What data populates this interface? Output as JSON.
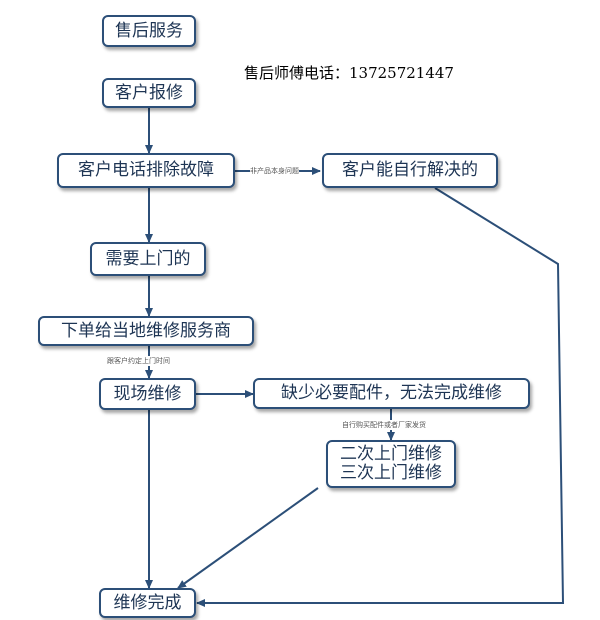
{
  "header": {
    "phone_text": "售后师傅电话：13725721447"
  },
  "nodes": {
    "after_sales_service": "售后服务",
    "customer_report": "客户报修",
    "phone_troubleshoot": "客户电话排除故障",
    "customer_self_solve": "客户能自行解决的",
    "needs_onsite": "需要上门的",
    "order_local_provider": "下单给当地维修服务商",
    "onsite_repair": "现场维修",
    "missing_parts": "缺少必要配件，无法完成维修",
    "second_visit": "二次上门维修",
    "third_visit": "三次上门维修",
    "repair_complete": "维修完成"
  },
  "edge_labels": {
    "non_product_issue": "非产品本身问题",
    "schedule_with_customer": "跟客户约定上门时间",
    "self_buy_parts": "自行购买配件或者厂家发货"
  },
  "colors": {
    "box_border": "#2c4f78",
    "arrow": "#2c4f78",
    "text": "#1e3554"
  }
}
